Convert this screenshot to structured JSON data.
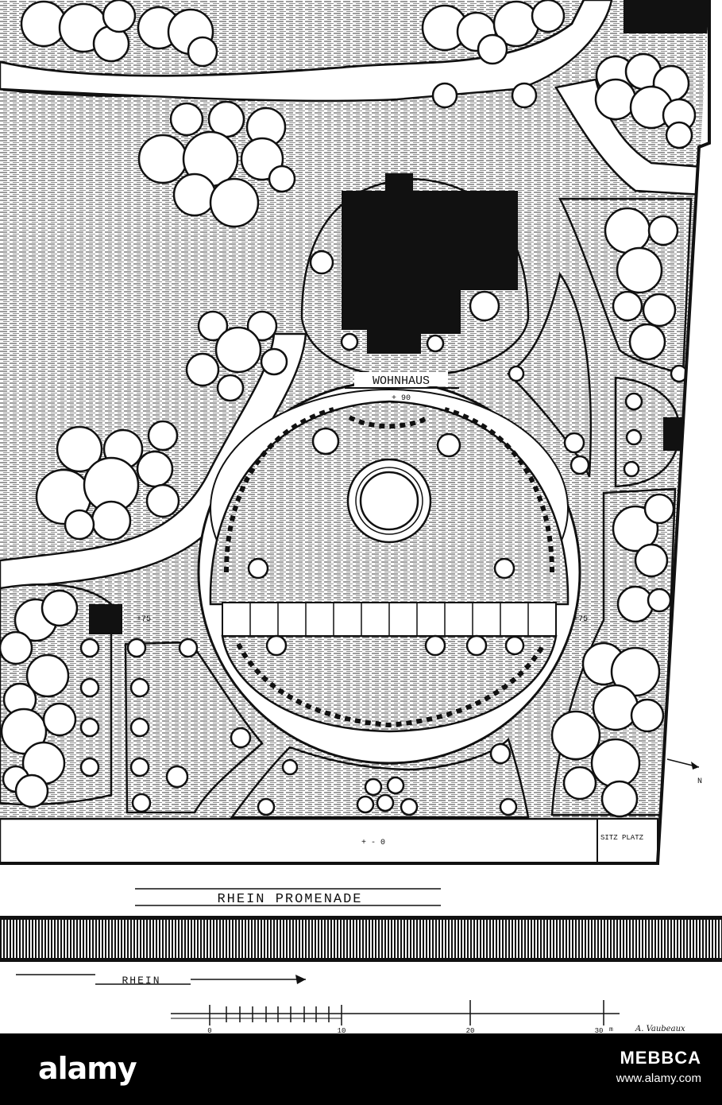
{
  "labels": {
    "house": "WOHNHAUS",
    "house_level": "+ 90",
    "level_left": "+75",
    "level_right": "+75",
    "level_bottom": "+ - 0",
    "seat": "SITZ PLATZ",
    "promenade": "RHEIN PROMENADE",
    "river": "RHEIN",
    "north": "N"
  },
  "scale_bar": {
    "ticks": [
      "0",
      "10",
      "20",
      "30"
    ],
    "unit": "m",
    "signature": "A. Vaubeaux"
  },
  "footer": {
    "logo": "alamy",
    "image_id": "MEBBCA",
    "url": "www.alamy.com"
  },
  "colors": {
    "ink": "#111111",
    "paper": "#ffffff",
    "footer_bg": "#000000"
  }
}
